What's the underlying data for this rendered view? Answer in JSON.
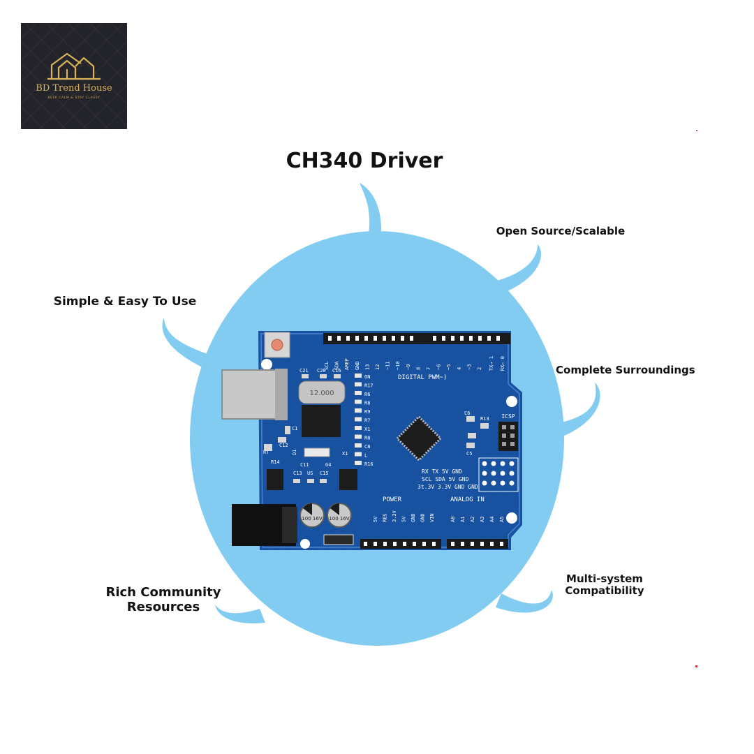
{
  "logo": {
    "brand": "BD Trend House",
    "tagline": "KEEP CALM & STAY CLASSY",
    "icon": "house-icon",
    "gold": "#d9b45a",
    "background": "#23232a"
  },
  "title": "CH340 Driver",
  "features": {
    "open_source": "Open Source/Scalable",
    "simple": "Simple & Easy To Use",
    "complete": "Complete Surroundings",
    "rich_line1": "Rich Community",
    "rich_line2": "Resources",
    "multi_line1": "Multi-system",
    "multi_line2": "Compatibility"
  },
  "board": {
    "crystal": "12.000",
    "header_digital": "DIGITAL PWM~)",
    "header_power": "POWER",
    "header_analog": "ANALOG IN",
    "icsp": "ICSP",
    "comm_row1": "RX  TX  5V  GND",
    "comm_row2": "SCL SDA 5V  GND",
    "comm_row3": "3t.3V 3.3V GND GND",
    "cap_label": "100 16V",
    "tx_label": "TX→ 1",
    "rx_label": "RX← 0",
    "top_labels": [
      "SCL",
      "SDA",
      "AREF",
      "GND",
      "13",
      "12",
      "~11",
      "~10",
      "~9",
      "8",
      "7",
      "~6",
      "~5",
      "4",
      "~3",
      "2"
    ],
    "power_pins": [
      "5V",
      "RES",
      "3.3V",
      "5V",
      "GND",
      "GND",
      "VIN"
    ],
    "analog_pins": [
      "A0",
      "A1",
      "A2",
      "A3",
      "A4",
      "A5"
    ],
    "led_labels": [
      "ON",
      "R17",
      "R6",
      "R8",
      "R9",
      "R7",
      "X1",
      "R8",
      "C8",
      "L",
      "R16"
    ],
    "part_labels": {
      "c21": "C21",
      "c20": "C20",
      "c16": "C16",
      "c1": "C1",
      "c12": "C12",
      "c11": "C11",
      "c13": "C13",
      "c15": "C15",
      "us": "US",
      "c6": "C6",
      "r13": "R13",
      "c5": "C5",
      "d1": "D1",
      "g4": "G4",
      "x1": "X1",
      "rt": "RT",
      "r14": "R14"
    }
  },
  "colors": {
    "bubble": "#82ccf2",
    "board": "#17519f",
    "text": "#111111"
  }
}
